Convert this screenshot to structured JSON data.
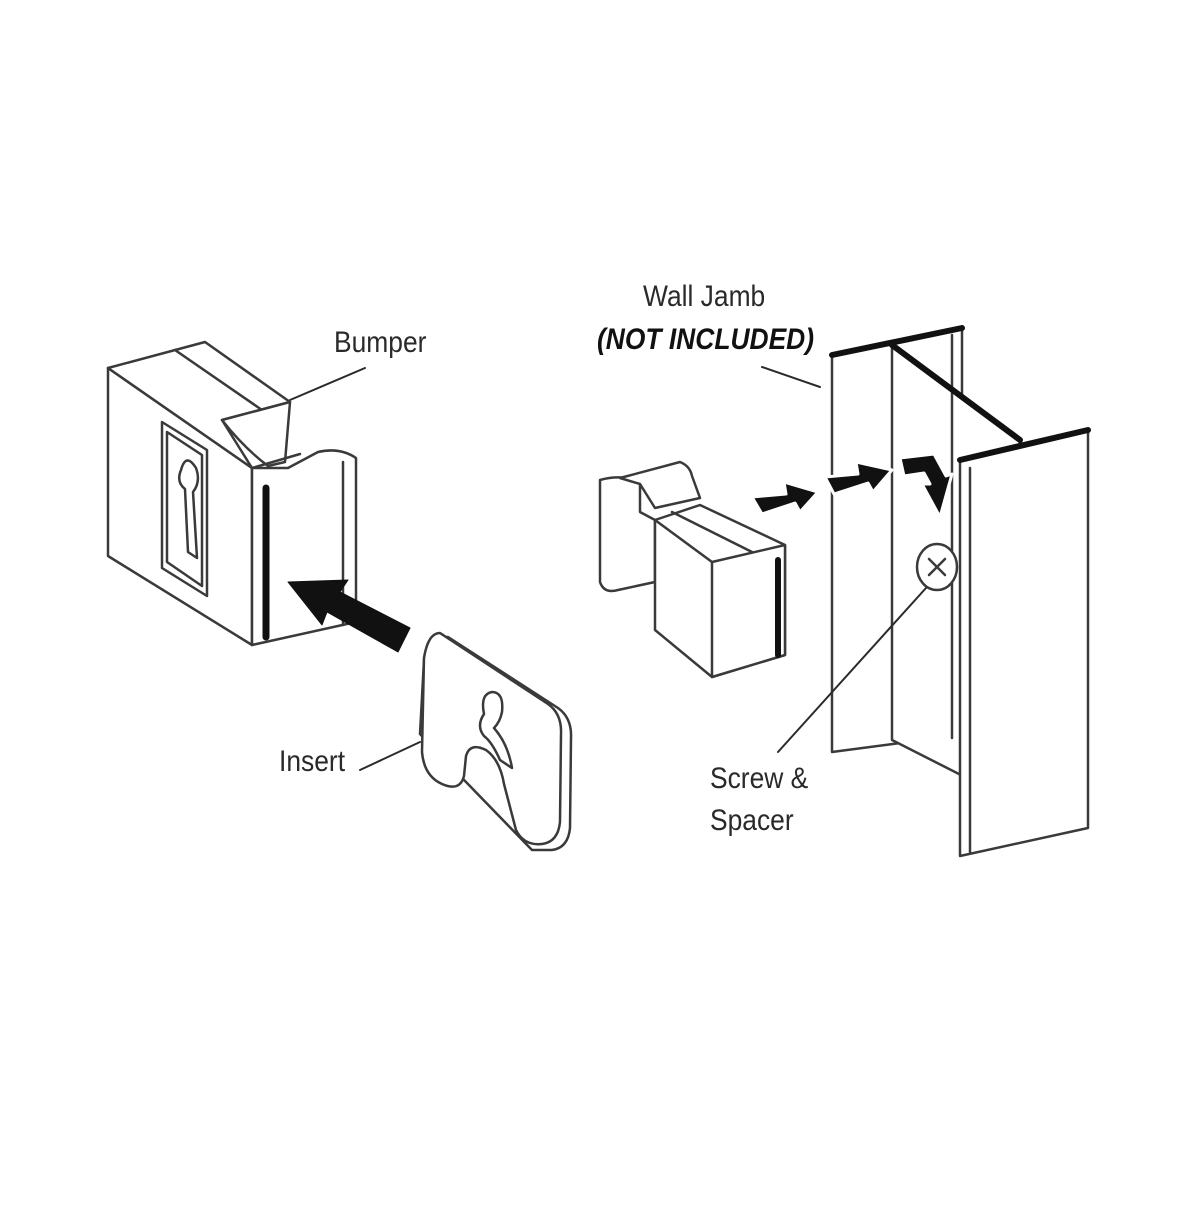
{
  "labels": {
    "bumper": "Bumper",
    "insert": "Insert",
    "wall_jamb": "Wall Jamb",
    "not_included": "(NOT INCLUDED)",
    "screw_line1": "Screw &",
    "screw_line2": "Spacer"
  },
  "colors": {
    "outline": "#3a3a3a",
    "fill": "#ffffff",
    "arrow": "#111111"
  },
  "icons": [
    "arrow-icon",
    "keyhole-icon",
    "screw-icon"
  ]
}
